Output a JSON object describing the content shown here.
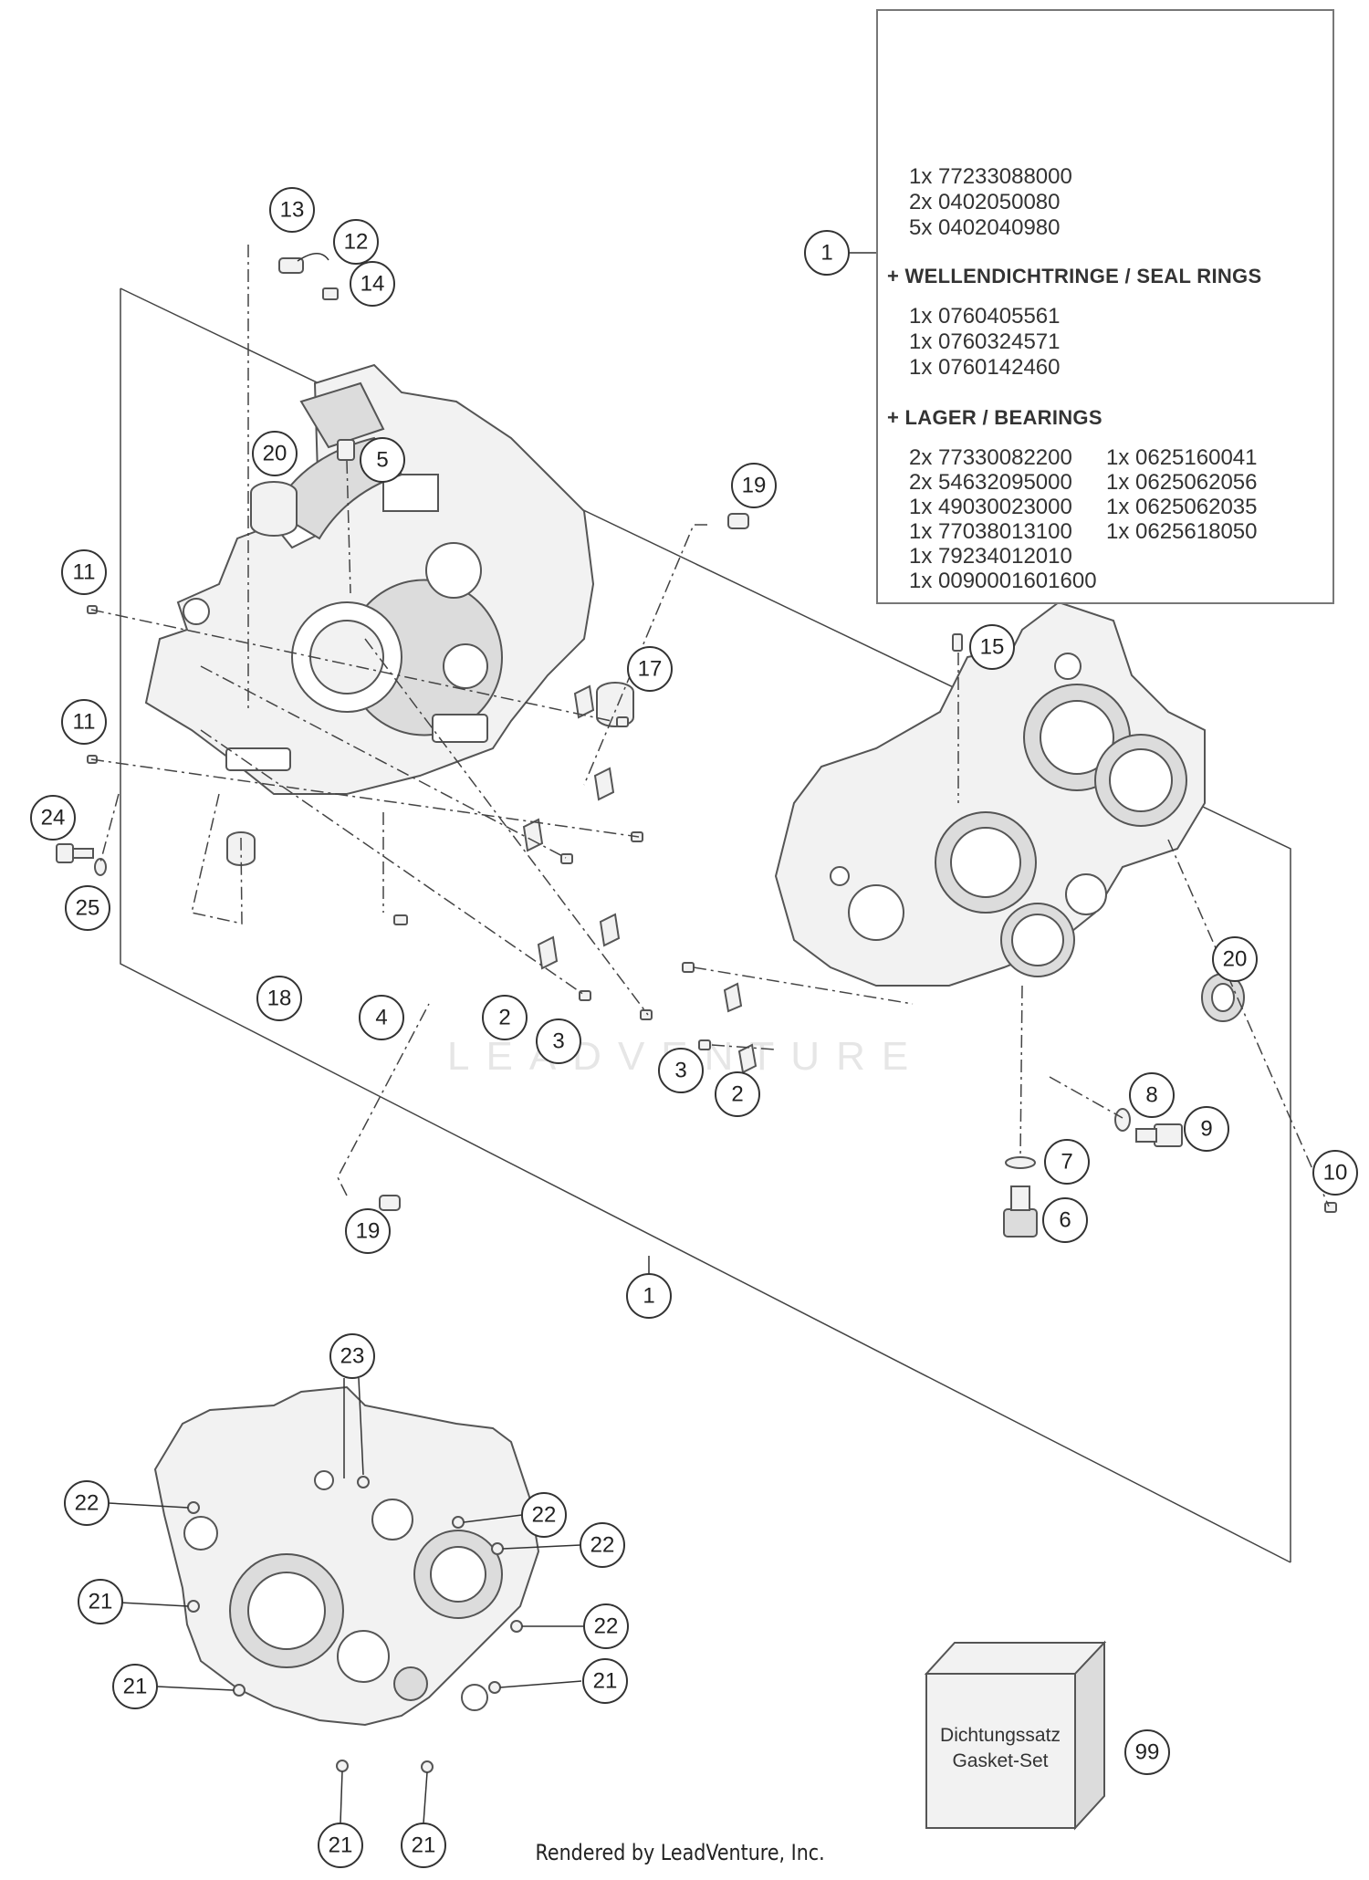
{
  "kit": {
    "callouts": [
      "2",
      "3",
      "5",
      "6",
      "7",
      "8",
      "9",
      "17",
      "18",
      "20"
    ],
    "part_numbers": [
      "1x 77233088000",
      "2x 0402050080",
      "5x 0402040980"
    ],
    "seal_heading": "+ WELLENDICHTRINGE / SEAL RINGS",
    "seal_numbers": [
      "1x 0760405561",
      "1x 0760324571",
      "1x 0760142460"
    ],
    "bearing_heading": "+ LAGER / BEARINGS",
    "bearing_left": [
      "2x 77330082200",
      "2x 54632095000",
      "1x 49030023000",
      "1x 77038013100",
      "1x 79234012010",
      "1x 0090001601600"
    ],
    "bearing_right": [
      "1x 0625160041",
      "1x 0625062056",
      "1x 0625062035",
      "1x 0625618050"
    ]
  },
  "callouts": {
    "c1_kit": "1",
    "c1_main": "1",
    "c2_left": "2",
    "c2_right": "2",
    "c3_left": "3",
    "c3_right": "3",
    "c4": "4",
    "c5": "5",
    "c6": "6",
    "c7": "7",
    "c8": "8",
    "c9": "9",
    "c10": "10",
    "c11_top": "11",
    "c11_bottom": "11",
    "c12": "12",
    "c13": "13",
    "c14": "14",
    "c15": "15",
    "c17": "17",
    "c18": "18",
    "c19_top": "19",
    "c19_bottom": "19",
    "c20_left": "20",
    "c20_right": "20",
    "c21_a": "21",
    "c21_b": "21",
    "c21_c": "21",
    "c21_d": "21",
    "c21_e": "21",
    "c22_a": "22",
    "c22_b": "22",
    "c22_c": "22",
    "c22_d": "22",
    "c23": "23",
    "c24": "24",
    "c25": "25",
    "c99": "99"
  },
  "gasket_set": {
    "line1": "Dichtungssatz",
    "line2": "Gasket-Set"
  },
  "watermark": "LEADVENTURE",
  "footer": "Rendered by LeadVenture, Inc."
}
